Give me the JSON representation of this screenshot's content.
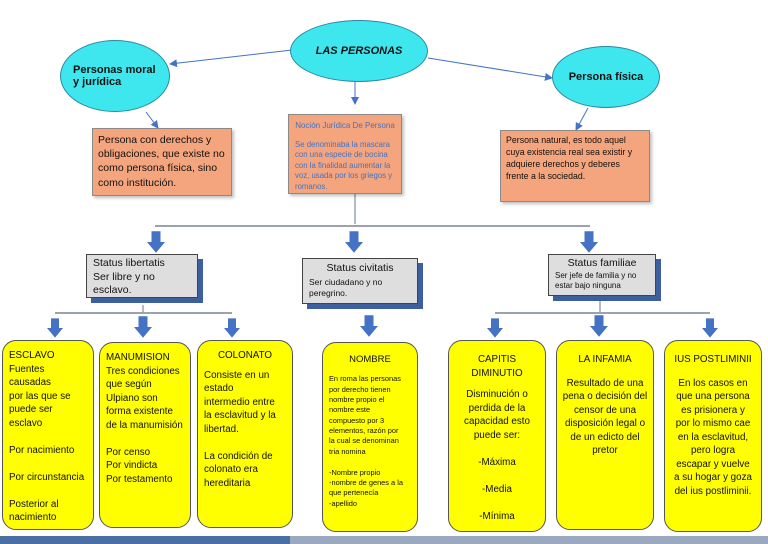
{
  "title": "LAS PERSONAS",
  "nodes": {
    "moral": "Personas moral\ny jurídica",
    "fisica": "Persona física",
    "moral_desc": "Persona con derechos y obligaciones, que existe no como persona física, sino como institución.",
    "nocion_title": "Noción Jurídica De Persona",
    "nocion_text": "Se denominaba la mascara con una especie de bocina con la finalidad aumentar la voz, usada por los griegos y romanos.",
    "fisica_desc": "Persona natural, es todo aquel cuya existencia real sea existir y adquiere derechos y deberes frente a la sociedad."
  },
  "status": {
    "libertatis": {
      "title": "Status libertatis",
      "text": "Ser libre y no esclavo."
    },
    "civitatis": {
      "title": "Status civitatis",
      "text": "Ser ciudadano y no\nperegrino."
    },
    "familiae": {
      "title": "Status familiae",
      "text": "Ser jefe de familia y no\nestar bajo ninguna"
    }
  },
  "leaves": {
    "esclavo": "ESCLAVO\nFuentes causadas\npor las que se\npuede ser esclavo\n\nPor nacimiento\n\nPor circunstancia\n\nPosterior al\nnacimiento",
    "manumision": "MANUMISION\nTres condiciones\nque según\nUlpiano son\nforma existente\nde la manumisión\n\nPor censo\nPor vindicta\nPor testamento",
    "colonato_title": "COLONATO",
    "colonato_text": "Consiste en un\nestado\nintermedio entre\nla esclavitud y la\nlibertad.\n\nLa condición de\ncolonato era\nhereditaria",
    "nombre_title": "NOMBRE",
    "nombre_text": "En roma las personas\npor derecho tienen\nnombre propio el\nnombre este\ncompuesto por 3\nelementos, razón por\nla cual se denominan\ntria nomina\n\n-Nombre propio\n-nombre de genes a la\nque pertenecía\n-apellido",
    "capitis_title": "CAPITIS\nDIMINUTIO",
    "capitis_text": "Disminución o\nperdida de la\ncapacidad esto\npuede ser:\n\n-Máxima\n\n-Media\n\n-Mínima",
    "infamia_title": "LA INFAMIA",
    "infamia_text": "Resultado de una\npena o decisión del\ncensor de una\ndisposición legal o\nde un edicto del\npretor",
    "ius_title": "IUS POSTLIMINII",
    "ius_text": "En los casos en\nque una persona\nes prisionera y\npor lo mismo cae\nen la esclavitud,\npero logra\nescapar y vuelve\na su hogar y goza\ndel ius postliminii."
  },
  "colors": {
    "ellipse": "#3ee6ee",
    "peach": "#f4a57e",
    "gray": "#dedede",
    "yellow": "#ffff00",
    "arrow": "#4472c4",
    "nocion_text": "#4472c4"
  }
}
